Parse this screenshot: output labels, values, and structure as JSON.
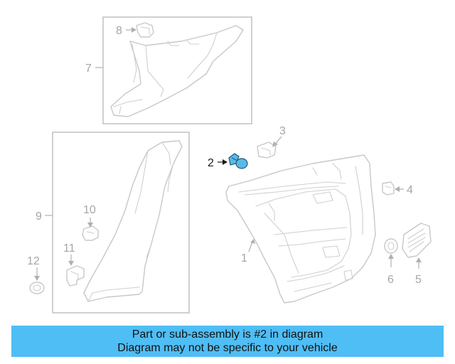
{
  "callouts": {
    "c1": "1",
    "c2": "2",
    "c3": "3",
    "c4": "4",
    "c5": "5",
    "c6": "6",
    "c7": "7",
    "c8": "8",
    "c9": "9",
    "c10": "10",
    "c11": "11",
    "c12": "12"
  },
  "highlighted_part": "2",
  "colors": {
    "highlight": "#59b9e6",
    "banner": "#4fbef5",
    "linework": "#c8c8c8"
  },
  "banner": {
    "line1": "Part or sub-assembly is #2 in diagram",
    "line2": "Diagram may not be specific to your vehicle"
  }
}
